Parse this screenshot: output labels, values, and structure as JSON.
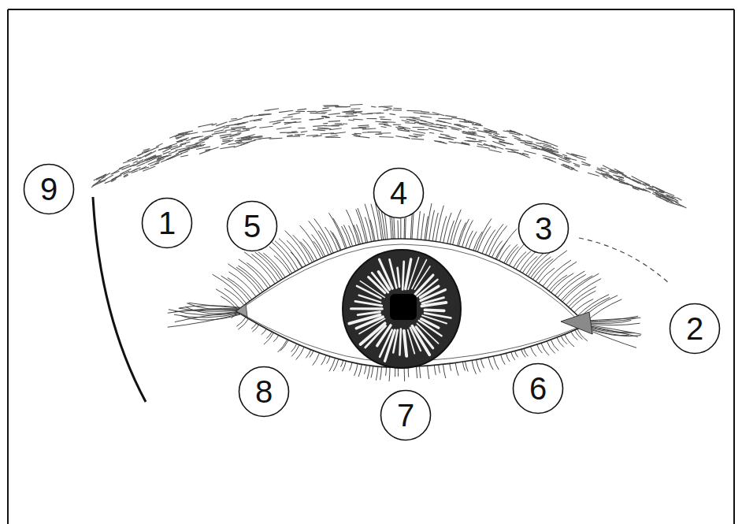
{
  "diagram": {
    "nodes": [
      {
        "text": [
          "9"
        ]
      },
      {
        "text": [
          "4"
        ]
      },
      {
        "text": [
          "1"
        ]
      },
      {
        "text": [
          "5"
        ]
      },
      {
        "text": [
          "3"
        ]
      },
      {
        "text": [
          "2"
        ]
      },
      {
        "text": [
          "8"
        ]
      },
      {
        "text": [
          "7"
        ]
      },
      {
        "text": [
          "6"
        ]
      }
    ]
  }
}
